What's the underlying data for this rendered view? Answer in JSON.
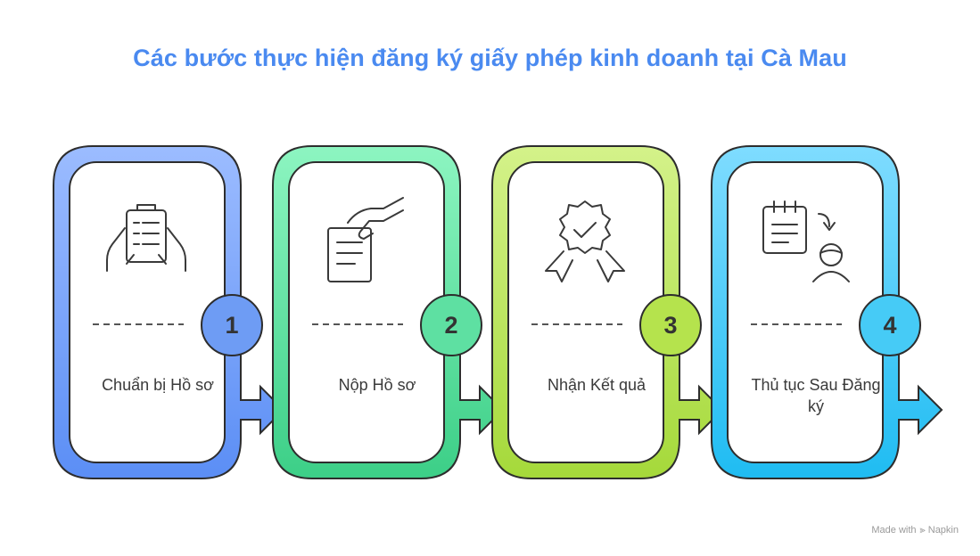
{
  "title": "Các bước thực hiện đăng ký giấy phép kinh doanh tại Cà Mau",
  "steps": [
    {
      "number": "1",
      "label": "Chuẩn bị Hồ sơ",
      "icon": "clipboard-in-hands-icon",
      "color_top": "#9cbcff",
      "color_bottom": "#5b8ef5",
      "badge": "#6e9cf4"
    },
    {
      "number": "2",
      "label": "Nộp Hồ sơ",
      "icon": "hand-submitting-document-icon",
      "color_top": "#8df5c1",
      "color_bottom": "#3ccf87",
      "badge": "#5ee0a2"
    },
    {
      "number": "3",
      "label": "Nhận Kết quả",
      "icon": "award-badge-icon",
      "color_top": "#d4f28a",
      "color_bottom": "#a5d93a",
      "badge": "#b5e34d"
    },
    {
      "number": "4",
      "label": "Thủ tục Sau Đăng ký",
      "icon": "calendar-and-user-icon",
      "color_top": "#7fdcff",
      "color_bottom": "#1fbcf2",
      "badge": "#46cbf6"
    }
  ],
  "footer": {
    "made_with": "Made with",
    "brand": "Napkin"
  }
}
